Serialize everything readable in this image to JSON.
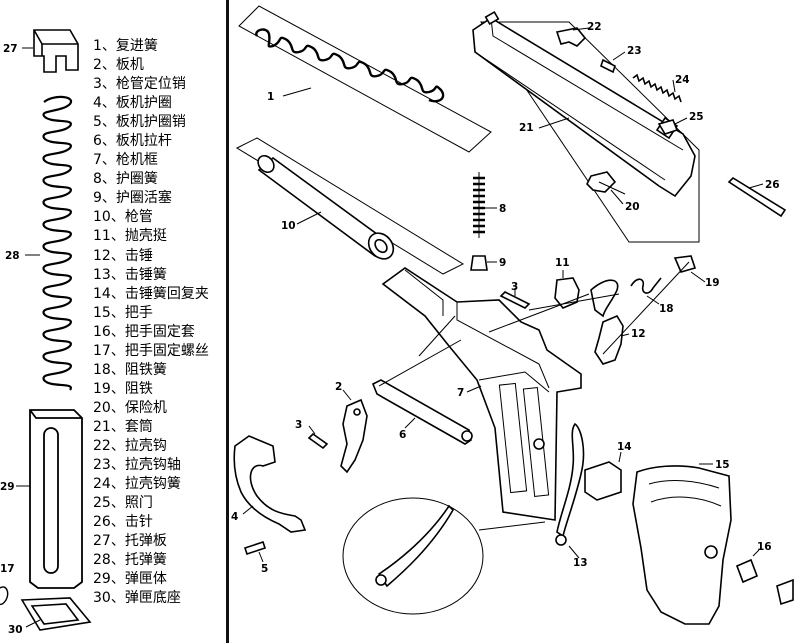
{
  "legend": [
    "1、复进簧",
    "2、板机",
    "3、枪管定位销",
    "4、板机护圈",
    "5、板机护圈销",
    "6、板机拉杆",
    "7、枪机框",
    "8、护圈簧",
    "9、护圈活塞",
    "10、枪管",
    "11、抛壳挺",
    "12、击锤",
    "13、击锤簧",
    "14、击锤簧回复夹",
    "15、把手",
    "16、把手固定套",
    "17、把手固定螺丝",
    "18、阻铁簧",
    "19、阻铁",
    "20、保险机",
    "21、套筒",
    "22、拉壳钩",
    "23、拉壳钩轴",
    "24、拉壳钩簧",
    "25、照门",
    "26、击针",
    "27、托弹板",
    "28、托弹簧",
    "29、弹匣体",
    "30、弹匣底座"
  ],
  "left_labels": {
    "l27": "27",
    "l28": "28",
    "l29": "29",
    "l17": "17",
    "l30": "30"
  },
  "part_labels": {
    "p1": "1",
    "p2": "2",
    "p3a": "3",
    "p3b": "3",
    "p4": "4",
    "p5": "5",
    "p6": "6",
    "p7": "7",
    "p8": "8",
    "p9": "9",
    "p10": "10",
    "p11": "11",
    "p12": "12",
    "p13": "13",
    "p14": "14",
    "p15": "15",
    "p16": "16",
    "p18": "18",
    "p19": "19",
    "p20": "20",
    "p21": "21",
    "p22": "22",
    "p23": "23",
    "p24": "24",
    "p25": "25",
    "p26": "26"
  }
}
